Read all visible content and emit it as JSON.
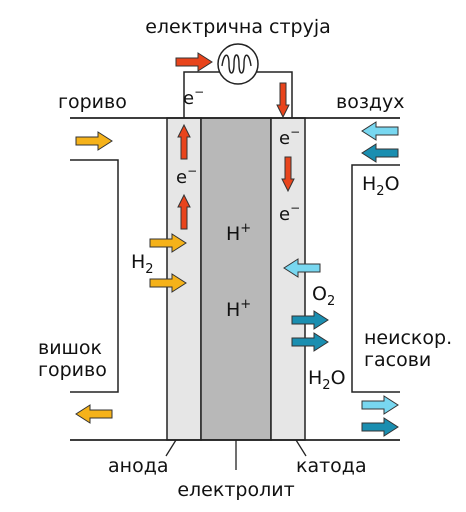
{
  "title": "електрична струја",
  "left": {
    "fuel_in": "гориво",
    "h2": "H",
    "h2_sub": "2",
    "excess_fuel_line1": "вишок",
    "excess_fuel_line2": "гориво"
  },
  "right": {
    "air_in": "воздух",
    "water_top": "H",
    "water_top_sub": "2",
    "water_top_o": "O",
    "oxygen": "O",
    "oxygen_sub": "2",
    "water_bottom": "H",
    "water_bottom_sub": "2",
    "water_bottom_o": "O",
    "unused_gas_line1": "неискор.",
    "unused_gas_line2": "гасови"
  },
  "cell": {
    "electron": "e",
    "electron_sign": "−",
    "proton": "H",
    "proton_sign": "+"
  },
  "bottom": {
    "anode": "анода",
    "electrolyte": "електролит",
    "cathode": "катода"
  },
  "colors": {
    "electron_arrow": "#e8441c",
    "fuel_arrow": "#f5b21a",
    "air_arrow": "#78d7f0",
    "water_arrow": "#1a8eb0",
    "electrode": "#e6e6e6",
    "electrolyte": "#b8b8b8"
  }
}
